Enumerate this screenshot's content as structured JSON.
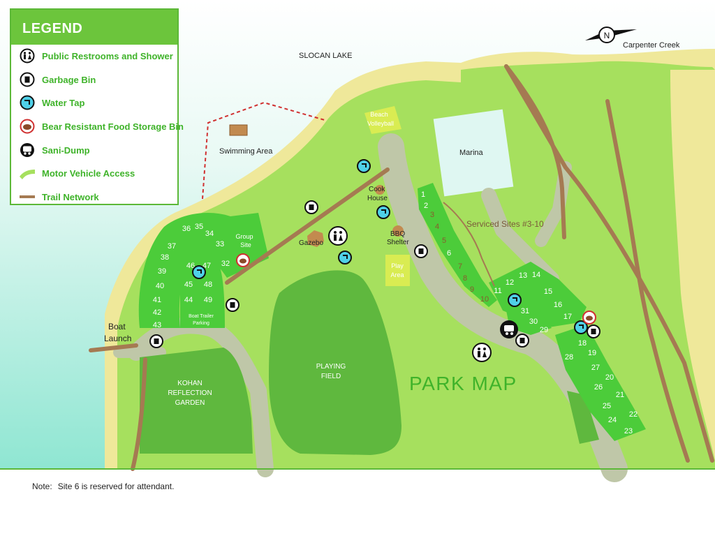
{
  "legend": {
    "title": "LEGEND",
    "items": [
      {
        "icon": "restroom-icon",
        "label": "Public Restrooms and Shower"
      },
      {
        "icon": "garbage-bin-icon",
        "label": "Garbage Bin"
      },
      {
        "icon": "water-tap-icon",
        "label": "Water Tap"
      },
      {
        "icon": "bear-bin-icon",
        "label": "Bear Resistant Food Storage Bin"
      },
      {
        "icon": "sani-dump-icon",
        "label": "Sani-Dump"
      },
      {
        "icon": "vehicle-access-swatch",
        "label": "Motor Vehicle Access"
      },
      {
        "icon": "trail-swatch",
        "label": "Trail Network"
      }
    ]
  },
  "labels": {
    "lake": "SLOCAN LAKE",
    "swimming": "Swimming Area",
    "marina": "Marina",
    "carpenter": "Carpenter Creek",
    "beach_vb_1": "Beach",
    "beach_vb_2": "Volleyball",
    "cook_1": "Cook",
    "cook_2": "House",
    "bbq_1": "BBQ",
    "bbq_2": "Shelter",
    "gazebo": "Gazebo",
    "play_1": "Play",
    "play_2": "Area",
    "group_1": "Group",
    "group_2": "Site",
    "serviced": "Serviced Sites #3-10",
    "boat_1": "Boat",
    "boat_2": "Launch",
    "trailer_1": "Boat Trailer",
    "trailer_2": "Parking",
    "kohan_1": "KOHAN",
    "kohan_2": "REFLECTION",
    "kohan_3": "GARDEN",
    "field_1": "PLAYING",
    "field_2": "FIELD",
    "park_map": "PARK MAP",
    "north": "N"
  },
  "sites": {
    "left": [
      "36",
      "35",
      "34",
      "33",
      "37",
      "38",
      "39",
      "40",
      "41",
      "42",
      "43",
      "32",
      "46",
      "47",
      "45",
      "48",
      "44",
      "49"
    ],
    "right": [
      "1",
      "2",
      "3",
      "4",
      "5",
      "6",
      "7",
      "8",
      "9",
      "10",
      "11",
      "12",
      "13",
      "14",
      "15",
      "16",
      "17",
      "31",
      "30",
      "29",
      "18",
      "28",
      "27",
      "20",
      "26",
      "21",
      "25",
      "24",
      "22",
      "23",
      "19"
    ]
  },
  "note": {
    "prefix": "Note:",
    "text": "Site 6 is reserved for attendant."
  },
  "colors": {
    "water": "#a6ecd8",
    "sand": "#efe89a",
    "grass": "#a6e05e",
    "dark_grass": "#5fb83e",
    "campsite": "#4ccc3a",
    "road": "#bfc7a8",
    "trail": "#a57a52",
    "legend_green": "#6cc53c"
  }
}
